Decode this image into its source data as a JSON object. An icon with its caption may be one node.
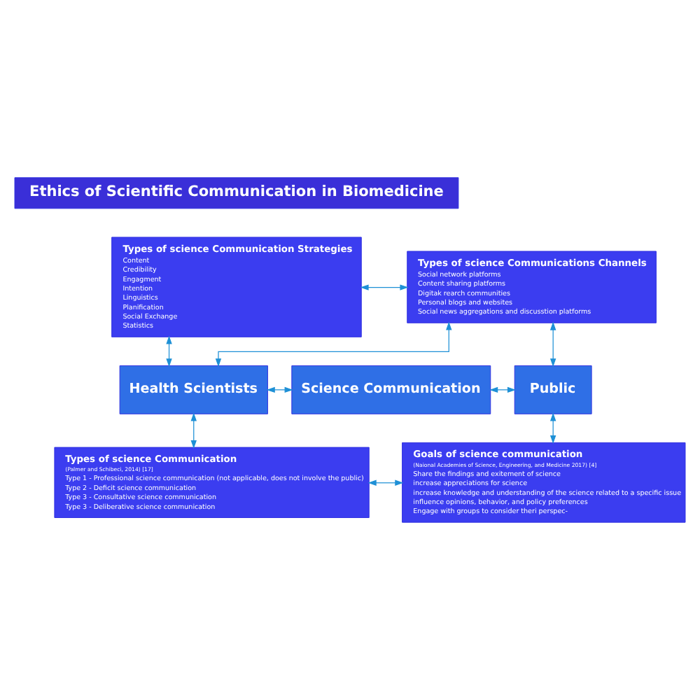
{
  "diagram": {
    "title": "Ethics of Scientific Communication in Biomedicine",
    "nodes": [
      {
        "text": [
          "Types of science Communication Strategies",
          "Content",
          "Credibility",
          "Engagment",
          "Intention",
          "Linguistics",
          "Planification",
          "Social Exchange",
          "Statistics"
        ]
      },
      {
        "text": [
          "Types of science Communications Channels",
          "Social network platforms",
          "Content sharing platforms",
          "Digitak rearch communities",
          "Personal blogs and websites",
          "Social news aggregations and discusstion platforms"
        ]
      },
      {
        "text": [
          "Health Scientists"
        ]
      },
      {
        "text": [
          "Science Communication"
        ]
      },
      {
        "text": [
          "Public"
        ]
      },
      {
        "text": [
          "Types of science Communication",
          "(Palmer and Schibeci, 2014) [17]",
          "Type 1 - Professional science communication (not applicable, does not involve the public)",
          "Type 2 - Deficit science communication",
          "Type 3 - Consultative science communication",
          "Type 3 - Deliberative science communication"
        ]
      },
      {
        "text": [
          "Goals of science communication",
          "(Naional Academies of Science, Engineering, and Medicine 2017) [4]",
          "Share the findings and exitement of science",
          "increase appreciations for science",
          "increase knowledge and understanding of the science related to a specific issue",
          "influence opinions, behavior, and policy preferences",
          "Engage with groups to consider theri perspec-"
        ]
      }
    ],
    "edges": [
      {
        "from": 0,
        "to": 2,
        "arrow": "both"
      },
      {
        "from": 0,
        "to": 1,
        "arrow": "both"
      },
      {
        "from": 2,
        "to": 1,
        "arrow": "both"
      },
      {
        "from": 2,
        "to": 3,
        "arrow": "both"
      },
      {
        "from": 3,
        "to": 4,
        "arrow": "both"
      },
      {
        "from": 1,
        "to": 4,
        "arrow": "both"
      },
      {
        "from": 2,
        "to": 5,
        "arrow": "both"
      },
      {
        "from": 4,
        "to": 6,
        "arrow": "both"
      },
      {
        "from": 5,
        "to": 6,
        "arrow": "both"
      }
    ]
  }
}
